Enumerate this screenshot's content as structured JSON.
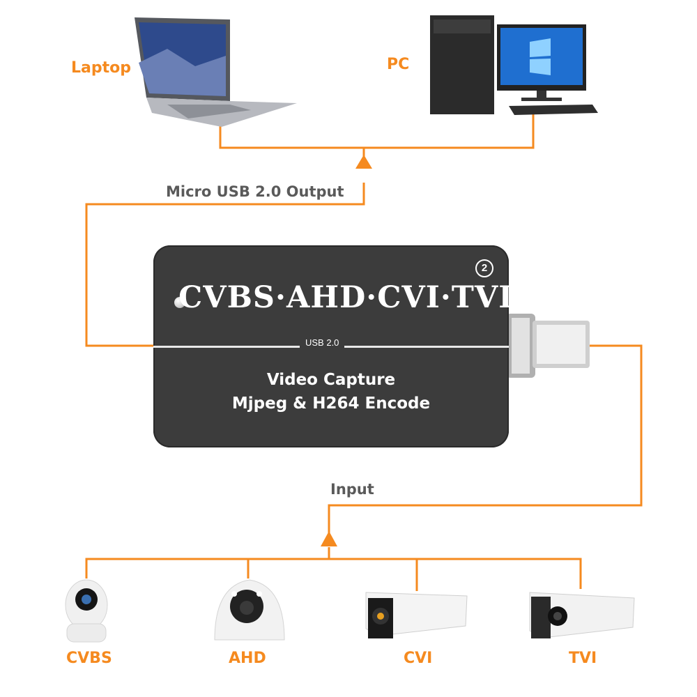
{
  "outputs": {
    "laptop_label": "Laptop",
    "pc_label": "PC"
  },
  "output_label": "Micro USB 2.0 Output",
  "device": {
    "title": "CVBS·AHD·CVI·TVI",
    "badge": "2",
    "usb_label": "USB 2.0",
    "line1": "Video Capture",
    "line2": "Mjpeg & H264 Encode"
  },
  "input_label": "Input",
  "cameras": [
    {
      "label": "CVBS",
      "icon": "dome-pan-tilt-camera-icon"
    },
    {
      "label": "AHD",
      "icon": "dome-camera-icon"
    },
    {
      "label": "CVI",
      "icon": "bullet-camera-icon"
    },
    {
      "label": "TVI",
      "icon": "bullet-camera-icon"
    }
  ],
  "colors": {
    "wire": "#f58a1f",
    "device_body": "#3c3c3c",
    "text_grey": "#5a5a5a"
  }
}
